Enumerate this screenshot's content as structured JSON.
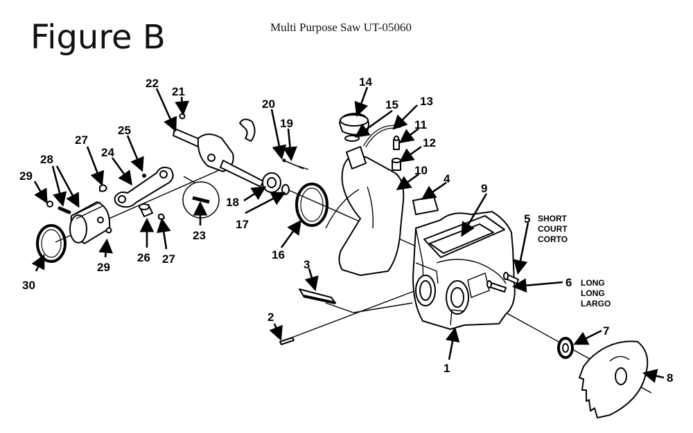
{
  "figure_label": "Figure B",
  "title": "Multi Purpose Saw UT-05060",
  "callouts": {
    "p1": "1",
    "p2": "2",
    "p3": "3",
    "p4": "4",
    "p5": "5",
    "p6": "6",
    "p7": "7",
    "p8": "8",
    "p9": "9",
    "p10": "10",
    "p11": "11",
    "p12": "12",
    "p13": "13",
    "p14": "14",
    "p15": "15",
    "p16": "16",
    "p17": "17",
    "p18": "18",
    "p19": "19",
    "p20": "20",
    "p21": "21",
    "p22": "22",
    "p23": "23",
    "p24": "24",
    "p25": "25",
    "p26": "26",
    "p27a": "27",
    "p27b": "27",
    "p28": "28",
    "p29a": "29",
    "p29b": "29",
    "p30": "30"
  },
  "notes": {
    "short": [
      "SHORT",
      "COURT",
      "CORTO"
    ],
    "long": [
      "LONG",
      "LONG",
      "LARGO"
    ]
  }
}
